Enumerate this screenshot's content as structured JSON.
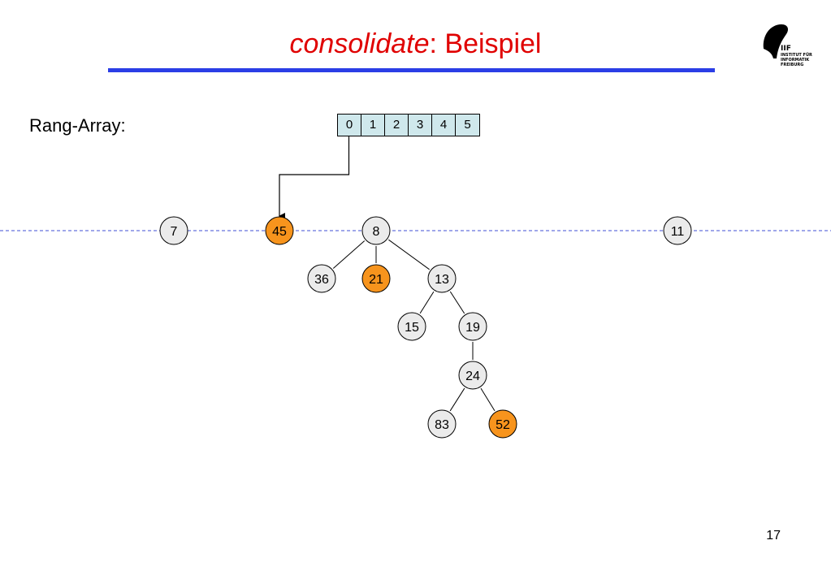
{
  "title": {
    "emphasis": "consolidate",
    "rest": ": Beispiel"
  },
  "logo": {
    "mark": "IIF",
    "lines": [
      "INSTITUT FÜR",
      "INFORMATIK",
      "FREIBURG"
    ]
  },
  "rang_label": "Rang-Array:",
  "array": [
    "0",
    "1",
    "2",
    "3",
    "4",
    "5"
  ],
  "nodes": [
    {
      "id": "n7",
      "label": "7",
      "highlight": false
    },
    {
      "id": "n45",
      "label": "45",
      "highlight": true
    },
    {
      "id": "n8",
      "label": "8",
      "highlight": false
    },
    {
      "id": "n11",
      "label": "11",
      "highlight": false
    },
    {
      "id": "n36",
      "label": "36",
      "highlight": false
    },
    {
      "id": "n21",
      "label": "21",
      "highlight": true
    },
    {
      "id": "n13",
      "label": "13",
      "highlight": false
    },
    {
      "id": "n15",
      "label": "15",
      "highlight": false
    },
    {
      "id": "n19",
      "label": "19",
      "highlight": false
    },
    {
      "id": "n24",
      "label": "24",
      "highlight": false
    },
    {
      "id": "n83",
      "label": "83",
      "highlight": false
    },
    {
      "id": "n52",
      "label": "52",
      "highlight": true
    }
  ],
  "edges": [
    [
      "n8",
      "n36"
    ],
    [
      "n8",
      "n21"
    ],
    [
      "n8",
      "n13"
    ],
    [
      "n13",
      "n15"
    ],
    [
      "n13",
      "n19"
    ],
    [
      "n19",
      "n24"
    ],
    [
      "n24",
      "n83"
    ],
    [
      "n24",
      "n52"
    ]
  ],
  "pointer": {
    "from_index": 0,
    "to": "n45"
  },
  "colors": {
    "highlight": "#f7941d",
    "normal": "#ebebeb",
    "rootlist": "#3f4fd6",
    "title": "#e00000",
    "rule": "#2b3ee6"
  },
  "page_number": "17"
}
